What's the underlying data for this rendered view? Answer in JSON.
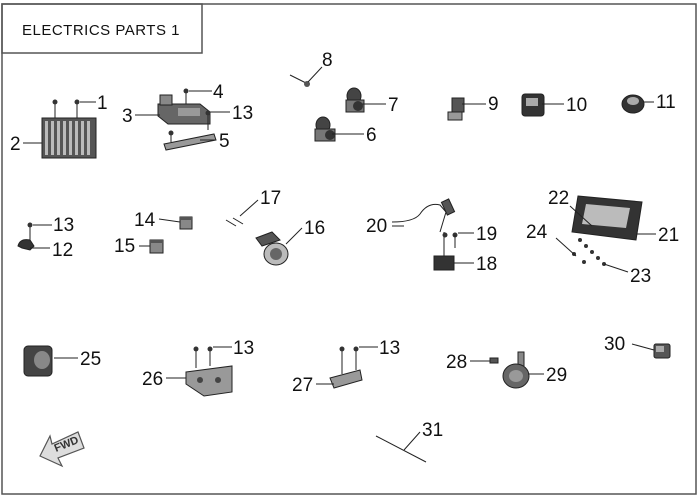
{
  "title": "ELECTRICS PARTS 1",
  "forward_label": "FWD",
  "callouts": [
    "1",
    "2",
    "3",
    "4",
    "5",
    "6",
    "7",
    "8",
    "9",
    "10",
    "11",
    "12",
    "13",
    "14",
    "15",
    "16",
    "17",
    "18",
    "19",
    "20",
    "21",
    "22",
    "23",
    "24",
    "25",
    "26",
    "27",
    "28",
    "29",
    "30",
    "31"
  ],
  "colors": {
    "frame": "#555555",
    "part": "#3a3a3a",
    "part_light": "#9a9a9a",
    "background": "#ffffff"
  }
}
